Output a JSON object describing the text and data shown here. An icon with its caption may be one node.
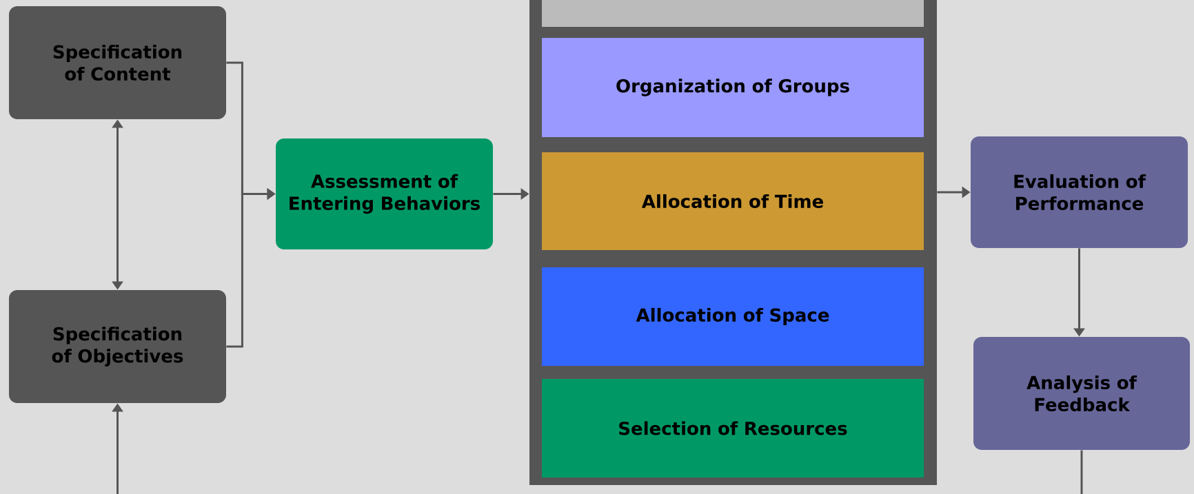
{
  "diagram": {
    "nodes": [
      {
        "text": [
          "Specification of Content"
        ]
      },
      {
        "text": [
          "Specification of Objectives"
        ]
      },
      {
        "text": [
          "Assessment of Entering Behaviors"
        ]
      },
      {
        "text": [],
        "shape": "box"
      },
      {
        "text": [],
        "shape": "box",
        "in": 3
      },
      {
        "text": [
          "Organization of Groups"
        ],
        "in": 3
      },
      {
        "text": [
          "Allocation of Time"
        ],
        "in": 3
      },
      {
        "text": [
          "Allocation of Space"
        ],
        "in": 3
      },
      {
        "text": [
          "Selection of Resources"
        ],
        "in": 3
      },
      {
        "text": [
          "Evaluation of Performance"
        ]
      },
      {
        "text": [
          "Analysis of Feedback"
        ]
      }
    ],
    "edges": [
      {
        "from": 0,
        "to": 1,
        "arrow": "both"
      },
      {
        "from": 0,
        "to": 2,
        "arrow": "to"
      },
      {
        "from": 1,
        "to": 2,
        "arrow": "to"
      },
      {
        "from": 2,
        "to": 3,
        "arrow": "to"
      },
      {
        "from": 3,
        "to": 9,
        "arrow": "to"
      },
      {
        "from": 9,
        "to": 10,
        "arrow": "to"
      },
      {
        "from": null,
        "to": 1,
        "arrow": "to"
      },
      {
        "from": 10,
        "to": null,
        "arrow": "none"
      }
    ]
  }
}
